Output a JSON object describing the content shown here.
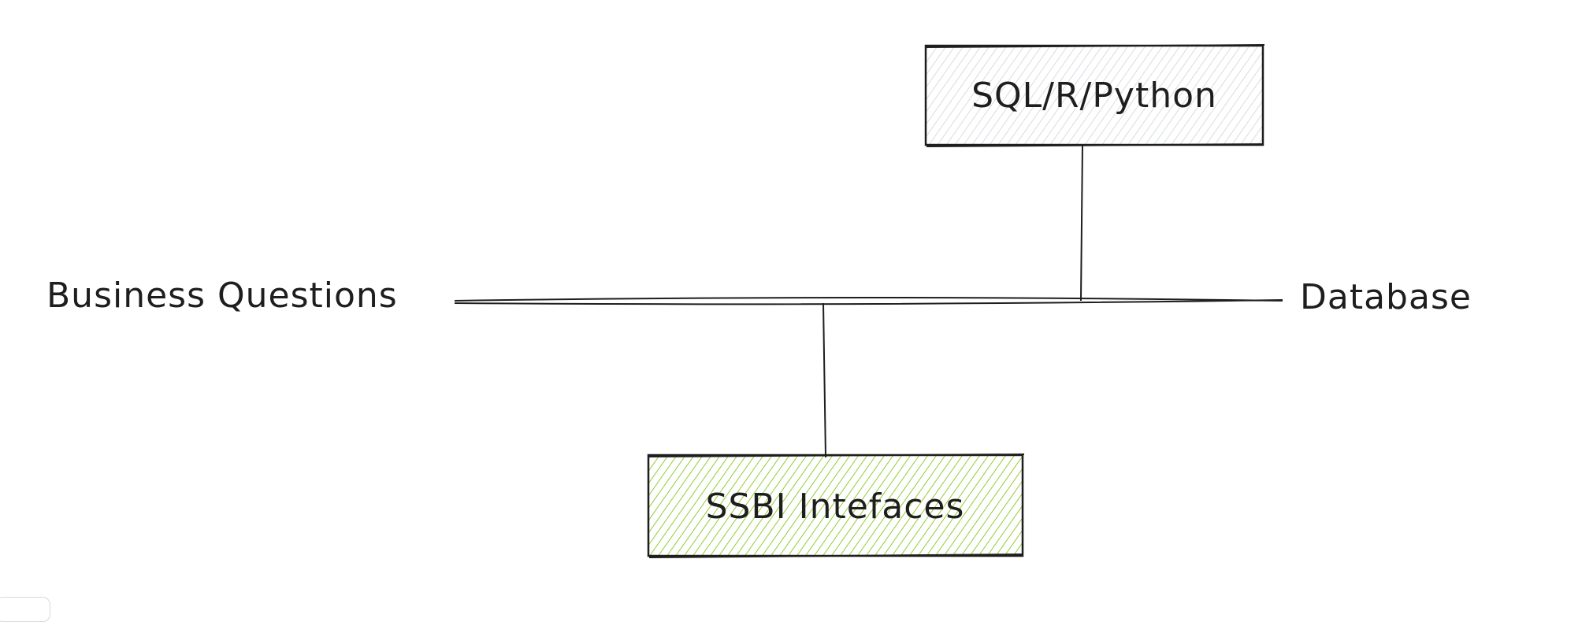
{
  "diagram": {
    "nodes": [
      {
        "id": "sql",
        "label": "SQL/R/Python",
        "fill": "#ced4da"
      },
      {
        "id": "ssbi",
        "label": "SSBI Intefaces",
        "fill": "#82c91e"
      }
    ],
    "axis_labels": {
      "left": "Business Questions",
      "right": "Database"
    },
    "stroke": "#1e1e1e"
  }
}
